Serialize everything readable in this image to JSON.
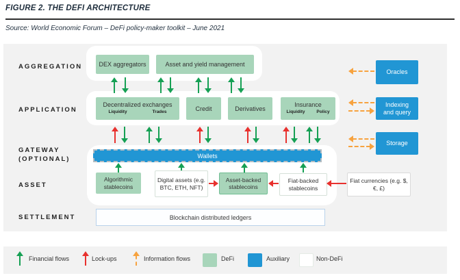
{
  "header": {
    "figure_title": "FIGURE 2. THE DEFI ARCHITECTURE",
    "source": "Source: World Economic Forum – DeFi policy-maker toolkit – June 2021"
  },
  "layers": [
    {
      "label": "AGGREGATION"
    },
    {
      "label": "APPLICATION"
    },
    {
      "label": "GATEWAY",
      "label2": "(OPTIONAL)"
    },
    {
      "label": "ASSET"
    },
    {
      "label": "SETTLEMENT"
    }
  ],
  "aggregation": {
    "dex_aggregators": "DEX aggregators",
    "asset_yield_management": "Asset and yield management"
  },
  "application": {
    "decentralized_exchanges": {
      "label": "Decentralized exchanges",
      "sublabels": [
        "Liquidity",
        "Trades"
      ]
    },
    "credit": {
      "label": "Credit"
    },
    "derivatives": {
      "label": "Derivatives"
    },
    "insurance": {
      "label": "Insurance",
      "sublabels": [
        "Liquidity",
        "Policy"
      ]
    }
  },
  "gateway": {
    "wallets": "Wallets"
  },
  "asset": {
    "algorithmic_stablecoins": "Algorithmic stablecoins",
    "digital_assets": "Digital assets (e.g. BTC, ETH, NFT)",
    "asset_backed_stablecoins": "Asset-backed stablecoins",
    "fiat_backed_stablecoins": "Fiat-backed stablecoins",
    "fiat_currencies": "Fiat currencies (e.g. $, €, £)"
  },
  "settlement": {
    "label": "Blockchain distributed ledgers"
  },
  "auxiliary": {
    "oracles": "Oracles",
    "indexing_query": "Indexing and query",
    "storage": "Storage"
  },
  "legend": {
    "financial_flows": "Financial flows",
    "lock_ups": "Lock-ups",
    "information_flows": "Information flows",
    "defi": "DeFi",
    "auxiliary": "Auxiliary",
    "non_defi": "Non-DeFi"
  },
  "colors": {
    "defi_green": "#a8d5ba",
    "auxiliary_blue": "#2196d4",
    "non_defi_white": "#ffffff",
    "financial_flow_green": "#16a054",
    "lockup_red": "#e8312e",
    "information_flow_orange": "#f7a23e",
    "panel_gray": "#f2f2f2"
  }
}
